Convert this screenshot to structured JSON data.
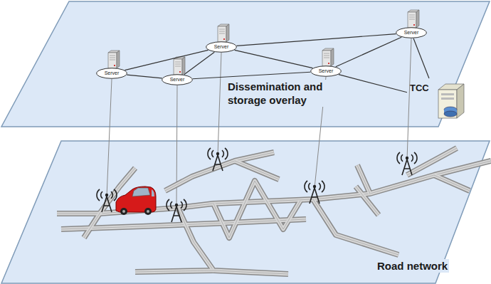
{
  "diagram": {
    "nodes": [
      {
        "text": [
          "Dissemination and storage overlay"
        ]
      },
      {
        "text": [
          "Server"
        ],
        "in": 0
      },
      {
        "text": [
          "Server"
        ],
        "in": 0
      },
      {
        "text": [
          "Server"
        ],
        "in": 0
      },
      {
        "text": [
          "Server"
        ],
        "in": 0
      },
      {
        "text": [
          "Server"
        ],
        "in": 0
      },
      {
        "text": [
          "TCC"
        ],
        "in": 0
      },
      {
        "text": [
          "Road network"
        ]
      }
    ],
    "edges": [
      {
        "from": 1,
        "to": 3,
        "arrow": "none"
      },
      {
        "from": 1,
        "to": 2,
        "arrow": "none"
      },
      {
        "from": 2,
        "to": 3,
        "arrow": "none"
      },
      {
        "from": 3,
        "to": 4,
        "arrow": "none"
      },
      {
        "from": 3,
        "to": 5,
        "arrow": "none"
      },
      {
        "from": 2,
        "to": 4,
        "arrow": "none"
      },
      {
        "from": 4,
        "to": 5,
        "arrow": "none"
      },
      {
        "from": 4,
        "to": 6,
        "arrow": "none"
      },
      {
        "from": 5,
        "to": 6,
        "arrow": "none"
      }
    ]
  }
}
